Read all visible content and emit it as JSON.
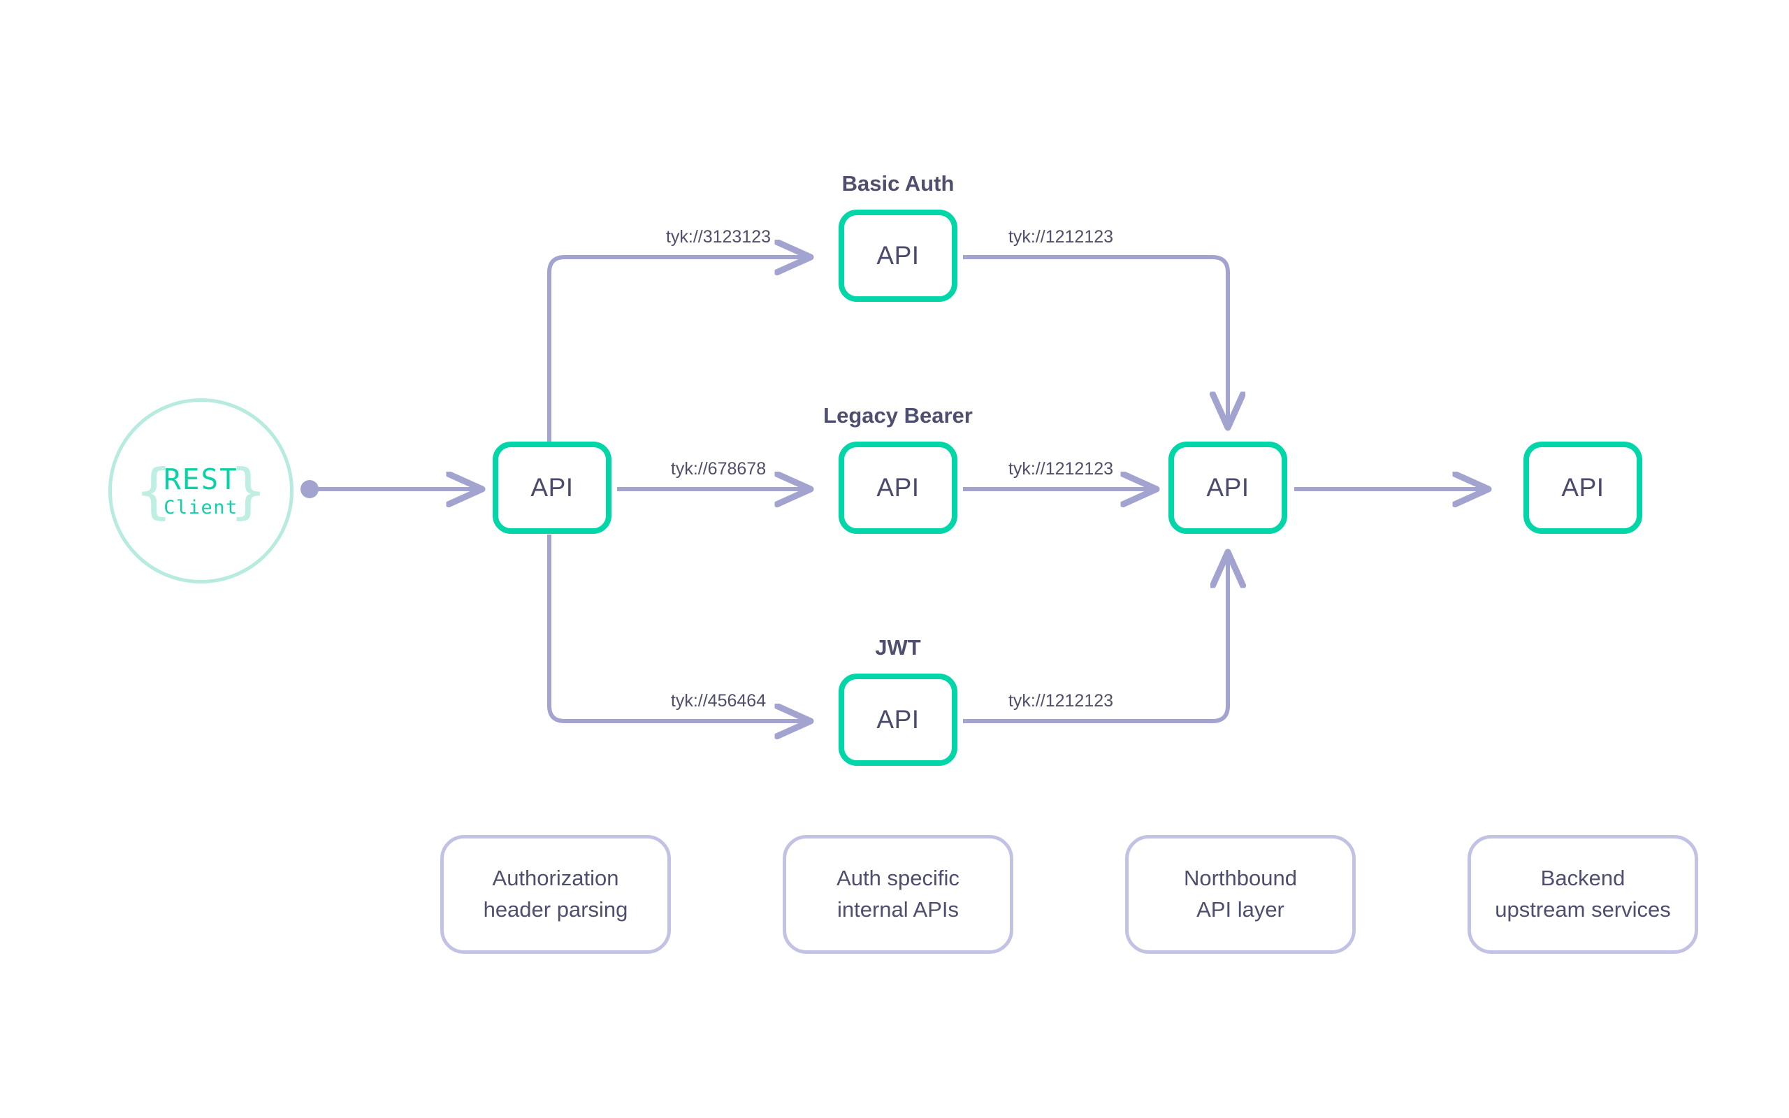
{
  "diagram": {
    "client": {
      "title": "REST",
      "subtitle": "Client",
      "brace_left": "{",
      "brace_right": "}"
    },
    "node_label": "API",
    "sections": [
      {
        "id": "basic-auth",
        "title": "Basic Auth"
      },
      {
        "id": "legacy-bearer",
        "title": "Legacy Bearer"
      },
      {
        "id": "jwt",
        "title": "JWT"
      }
    ],
    "edges": [
      {
        "id": "to-basic-auth",
        "label": "tyk://3123123"
      },
      {
        "id": "to-legacy-bearer",
        "label": "tyk://678678"
      },
      {
        "id": "to-jwt",
        "label": "tyk://456464"
      },
      {
        "id": "basic-auth-out",
        "label": "tyk://1212123"
      },
      {
        "id": "legacy-out",
        "label": "tyk://1212123"
      },
      {
        "id": "jwt-out",
        "label": "tyk://1212123"
      }
    ],
    "captions": [
      {
        "id": "authorization-header-parsing",
        "line1": "Authorization",
        "line2": "header parsing"
      },
      {
        "id": "auth-specific-internal-apis",
        "line1": "Auth specific",
        "line2": "internal APIs"
      },
      {
        "id": "northbound-api-layer",
        "line1": "Northbound",
        "line2": "API layer"
      },
      {
        "id": "backend-upstream-services",
        "line1": "Backend",
        "line2": "upstream services"
      }
    ],
    "colors": {
      "node_border": "#00d6a7",
      "wire": "#a3a3cf",
      "text": "#4e4e6e",
      "client_ring": "#b7ebdf",
      "caption_border": "#c2c2e4"
    }
  }
}
